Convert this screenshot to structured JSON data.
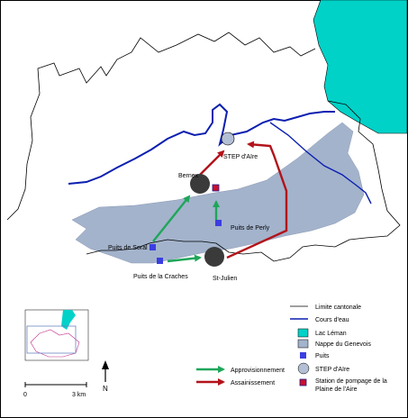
{
  "labels": {
    "step_aire": "STEP d'Aïre",
    "bernex": "Bernex",
    "puits_perly": "Puits de Perly",
    "puits_soral": "Puits de Soral",
    "puits_craches": "Puits de la Craches",
    "st_julien": "St-Julien"
  },
  "legend": {
    "limite": "Limite cantonale",
    "cours": "Cours d'eau",
    "lac": "Lac Léman",
    "nappe": "Nappe du Genevois",
    "puits": "Puits",
    "step": "STEP d'Aïre",
    "station_line1": "Station de pompage de la",
    "station_line2": "Plaine de l'Aire",
    "appro": "Approvisionnement",
    "assain": "Assainissement"
  },
  "scale": {
    "start": "0",
    "end": "3 km"
  },
  "north": "N",
  "colors": {
    "lake": "#00d2c8",
    "aquifer": "#a3b3cc",
    "river": "#0b1fb0",
    "border": "#000000",
    "well": "#3b3ee0",
    "supply": "#1fa65a",
    "sanitation": "#b3121a",
    "plant": "#3a3a3a",
    "step": "#b3bfd4",
    "station": "#c8102e"
  }
}
